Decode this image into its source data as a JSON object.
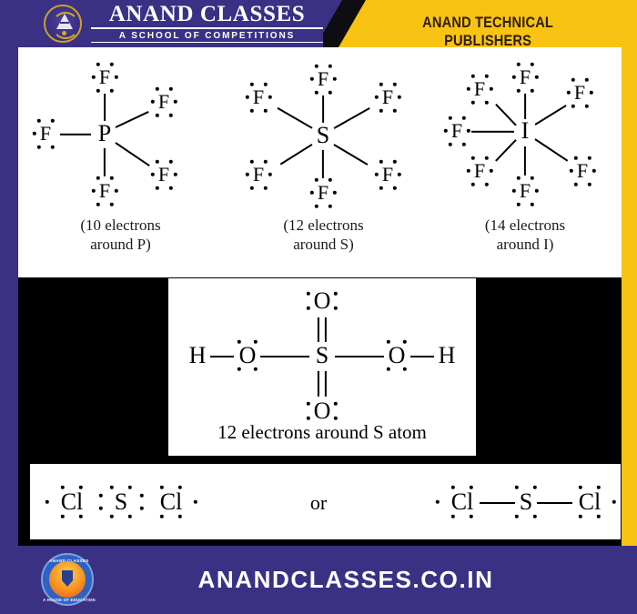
{
  "header": {
    "brand_main": "ANAND CLASSES",
    "brand_sub": "A SCHOOL OF  COMPETITIONS",
    "publisher": "ANAND TECHNICAL PUBLISHERS",
    "logo_icon": "anand-classes-emblem-icon"
  },
  "footer": {
    "url": "ANANDCLASSES.CO.IN",
    "badge_top_text": "ANAND CLASSES",
    "badge_bottom_text": "A HOUSE OF EDUCATION",
    "logo_icon": "anand-classes-badge-icon"
  },
  "colors": {
    "brand_purple": "#3a3185",
    "accent_yellow": "#f9c313",
    "panel_white": "#ffffff",
    "band_black": "#000000",
    "ink": "#000000"
  },
  "diagrams": {
    "pf5": {
      "central_atom": "P",
      "ligand_atom": "F",
      "ligand_count": 5,
      "caption_line1": "(10 electrons",
      "caption_line2": "around  P)",
      "electrons_around_central": 10
    },
    "sf6": {
      "central_atom": "S",
      "ligand_atom": "F",
      "ligand_count": 6,
      "caption_line1": "(12 electrons",
      "caption_line2": "around  S)",
      "electrons_around_central": 12
    },
    "if7": {
      "central_atom": "I",
      "ligand_atom": "F",
      "ligand_count": 7,
      "caption_line1": "(14 electrons",
      "caption_line2": "around  I)",
      "electrons_around_central": 14
    },
    "h2so4": {
      "central_atom": "S",
      "top_atom": "O",
      "bottom_atom": "O",
      "left_oxygen": "O",
      "right_oxygen": "O",
      "left_hydrogen": "H",
      "right_hydrogen": "H",
      "caption": "12 electrons around S atom",
      "electrons_around_central": 12
    },
    "scl2_dots": {
      "central_atom": "S",
      "left_atom": "Cl",
      "right_atom": "Cl",
      "bond_style": "electron-dot"
    },
    "scl2_lines": {
      "central_atom": "S",
      "left_atom": "Cl",
      "right_atom": "Cl",
      "bond_style": "line",
      "left_bond": "—",
      "right_bond": "—"
    },
    "connector_word": "or"
  }
}
